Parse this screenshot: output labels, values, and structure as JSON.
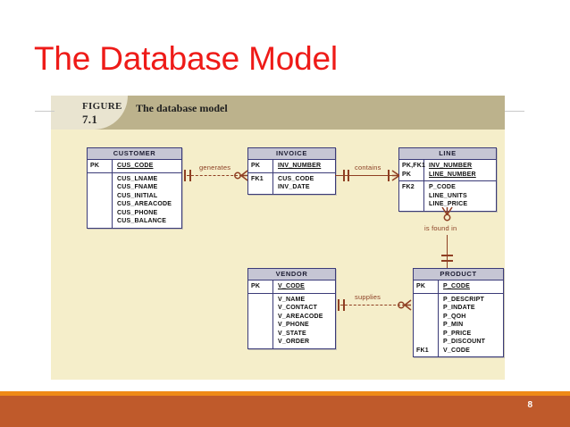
{
  "slide": {
    "title": "The Database Model",
    "title_color": "#ee1b18",
    "page_number": "8",
    "footer_stripe_color": "#ef8a17",
    "footer_band_color": "#bf5a2b"
  },
  "figure": {
    "label_word": "FIGURE",
    "label_number": "7.1",
    "caption": "The database model",
    "background_color": "#f5eeca",
    "header_color": "#bcb28c"
  },
  "entities": [
    {
      "name": "CUSTOMER",
      "pk_keys": [
        "PK"
      ],
      "pk_attrs": [
        "CUS_CODE"
      ],
      "fk_keys": [],
      "attrs": [
        "CUS_LNAME",
        "CUS_FNAME",
        "CUS_INITIAL",
        "CUS_AREACODE",
        "CUS_PHONE",
        "CUS_BALANCE"
      ]
    },
    {
      "name": "INVOICE",
      "pk_keys": [
        "PK"
      ],
      "pk_attrs": [
        "INV_NUMBER"
      ],
      "fk_keys": [
        "FK1"
      ],
      "attrs": [
        "CUS_CODE",
        "INV_DATE"
      ]
    },
    {
      "name": "LINE",
      "pk_keys": [
        "PK,FK1",
        "PK"
      ],
      "pk_attrs": [
        "INV_NUMBER",
        "LINE_NUMBER"
      ],
      "fk_keys": [
        "FK2"
      ],
      "attrs": [
        "P_CODE",
        "LINE_UNITS",
        "LINE_PRICE"
      ]
    },
    {
      "name": "VENDOR",
      "pk_keys": [
        "PK"
      ],
      "pk_attrs": [
        "V_CODE"
      ],
      "fk_keys": [],
      "attrs": [
        "V_NAME",
        "V_CONTACT",
        "V_AREACODE",
        "V_PHONE",
        "V_STATE",
        "V_ORDER"
      ]
    },
    {
      "name": "PRODUCT",
      "pk_keys": [
        "PK"
      ],
      "pk_attrs": [
        "P_CODE"
      ],
      "fk_keys": [
        "FK1"
      ],
      "attrs": [
        "P_DESCRIPT",
        "P_INDATE",
        "P_QOH",
        "P_MIN",
        "P_PRICE",
        "P_DISCOUNT",
        "V_CODE"
      ]
    }
  ],
  "relationships": [
    {
      "label": "generates",
      "from": "CUSTOMER",
      "to": "INVOICE",
      "style": "dashed",
      "orientation": "horizontal"
    },
    {
      "label": "contains",
      "from": "INVOICE",
      "to": "LINE",
      "style": "solid",
      "orientation": "horizontal"
    },
    {
      "label": "is found in",
      "from": "LINE",
      "to": "PRODUCT",
      "style": "solid",
      "orientation": "vertical"
    },
    {
      "label": "supplies",
      "from": "VENDOR",
      "to": "PRODUCT",
      "style": "dashed",
      "orientation": "horizontal"
    }
  ],
  "connector_color": "#8f3f23"
}
